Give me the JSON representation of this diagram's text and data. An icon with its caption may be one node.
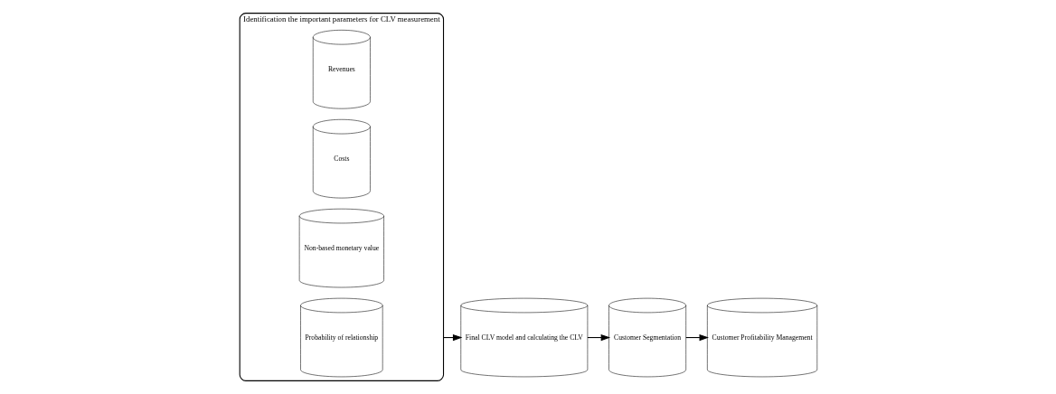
{
  "diagram": {
    "nodes": [
      {
        "text": [
          "Identification the important parameters for CLV measurement"
        ]
      },
      {
        "text": [
          "Revenues"
        ],
        "in": 0
      },
      {
        "text": [
          "Costs"
        ],
        "in": 0
      },
      {
        "text": [
          "Non-based monetary value"
        ],
        "in": 0
      },
      {
        "text": [
          "Probability of relationship"
        ],
        "in": 0
      },
      {
        "text": [
          "Final CLV model and calculating the CLV"
        ]
      },
      {
        "text": [
          "Customer Segmentation"
        ]
      },
      {
        "text": [
          "Customer Profitability Management"
        ]
      }
    ],
    "edges": [
      {
        "from": 0,
        "to": 5,
        "arrow": "to"
      },
      {
        "from": 5,
        "to": 6,
        "arrow": "to"
      },
      {
        "from": 6,
        "to": 7,
        "arrow": "to"
      }
    ]
  }
}
